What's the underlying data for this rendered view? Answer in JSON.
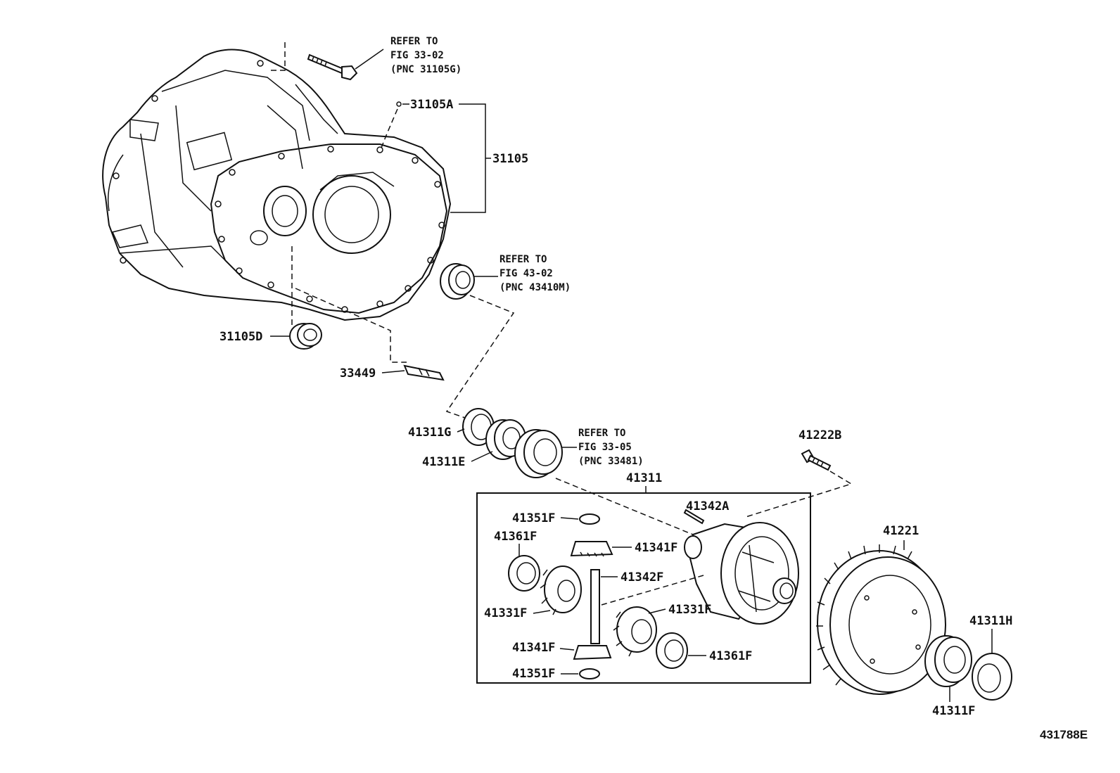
{
  "refs": {
    "ref_3302": [
      "REFER TO",
      "FIG 33-02",
      "(PNC 31105G)"
    ],
    "ref_4302": [
      "REFER TO",
      "FIG 43-02",
      "(PNC 43410M)"
    ],
    "ref_3305": [
      "REFER TO",
      "FIG 33-05",
      "(PNC 33481)"
    ]
  },
  "labels": {
    "p31105A": "31105A",
    "p31105": "31105",
    "p31105D": "31105D",
    "p33449": "33449",
    "p41311G": "41311G",
    "p41311E": "41311E",
    "p41311": "41311",
    "p41222B": "41222B",
    "p41342A": "41342A",
    "p41351F_top": "41351F",
    "p41361F_left": "41361F",
    "p41341F_top": "41341F",
    "p41342F": "41342F",
    "p41331F_left": "41331F",
    "p41331F_right": "41331F",
    "p41341F_bottom": "41341F",
    "p41361F_right": "41361F",
    "p41351F_bottom": "41351F",
    "p41221": "41221",
    "p41311H": "41311H",
    "p41311F": "41311F"
  },
  "catalog_number": "431788E"
}
